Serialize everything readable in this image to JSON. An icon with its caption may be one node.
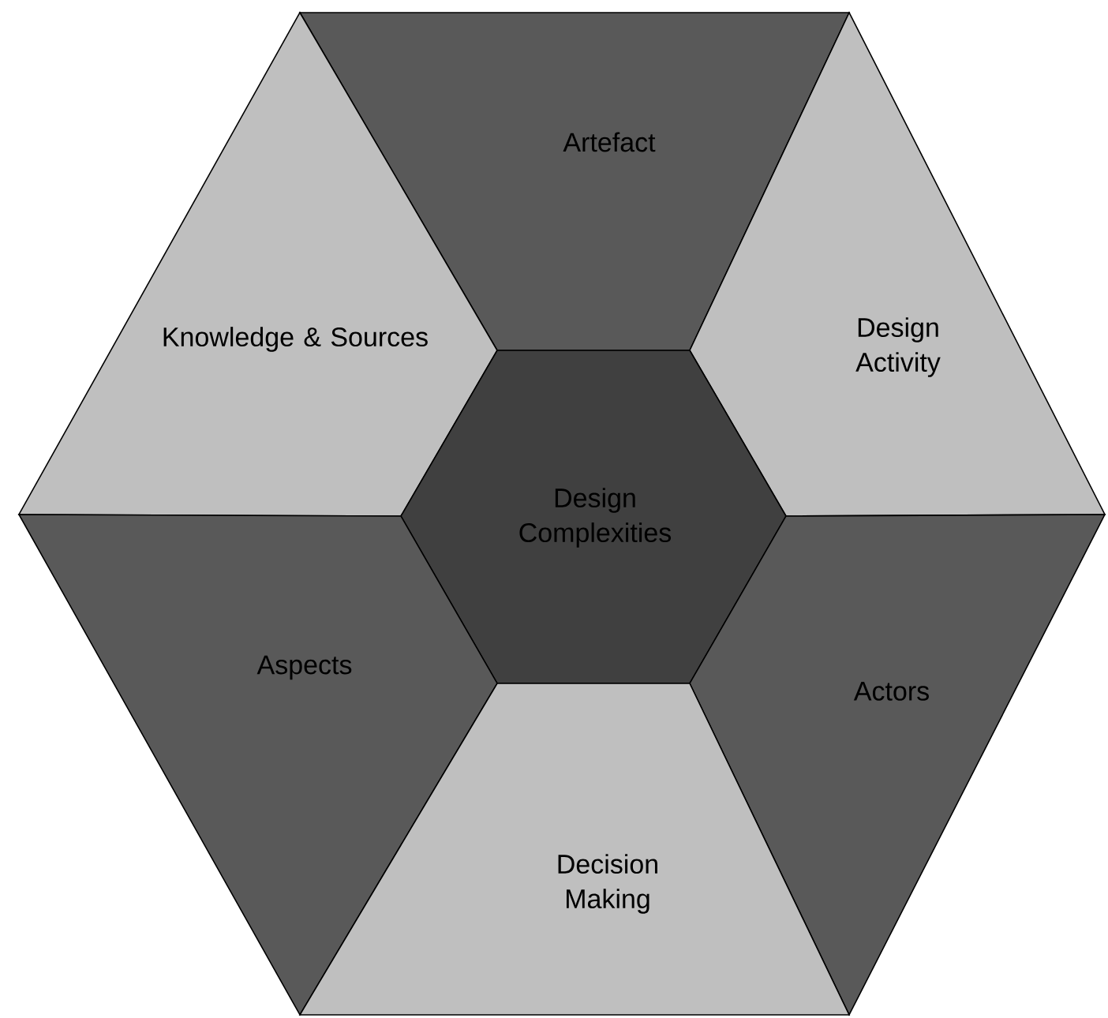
{
  "diagram": {
    "nodes": [
      {
        "text": [
          "Artefact"
        ]
      },
      {
        "text": [
          "Knowledge & Sources"
        ]
      },
      {
        "text": [
          "Design Activity"
        ]
      },
      {
        "text": [
          "Design Complexities"
        ]
      },
      {
        "text": [
          "Aspects"
        ]
      },
      {
        "text": [
          "Actors"
        ]
      },
      {
        "text": [
          "Decision Making"
        ]
      }
    ]
  }
}
